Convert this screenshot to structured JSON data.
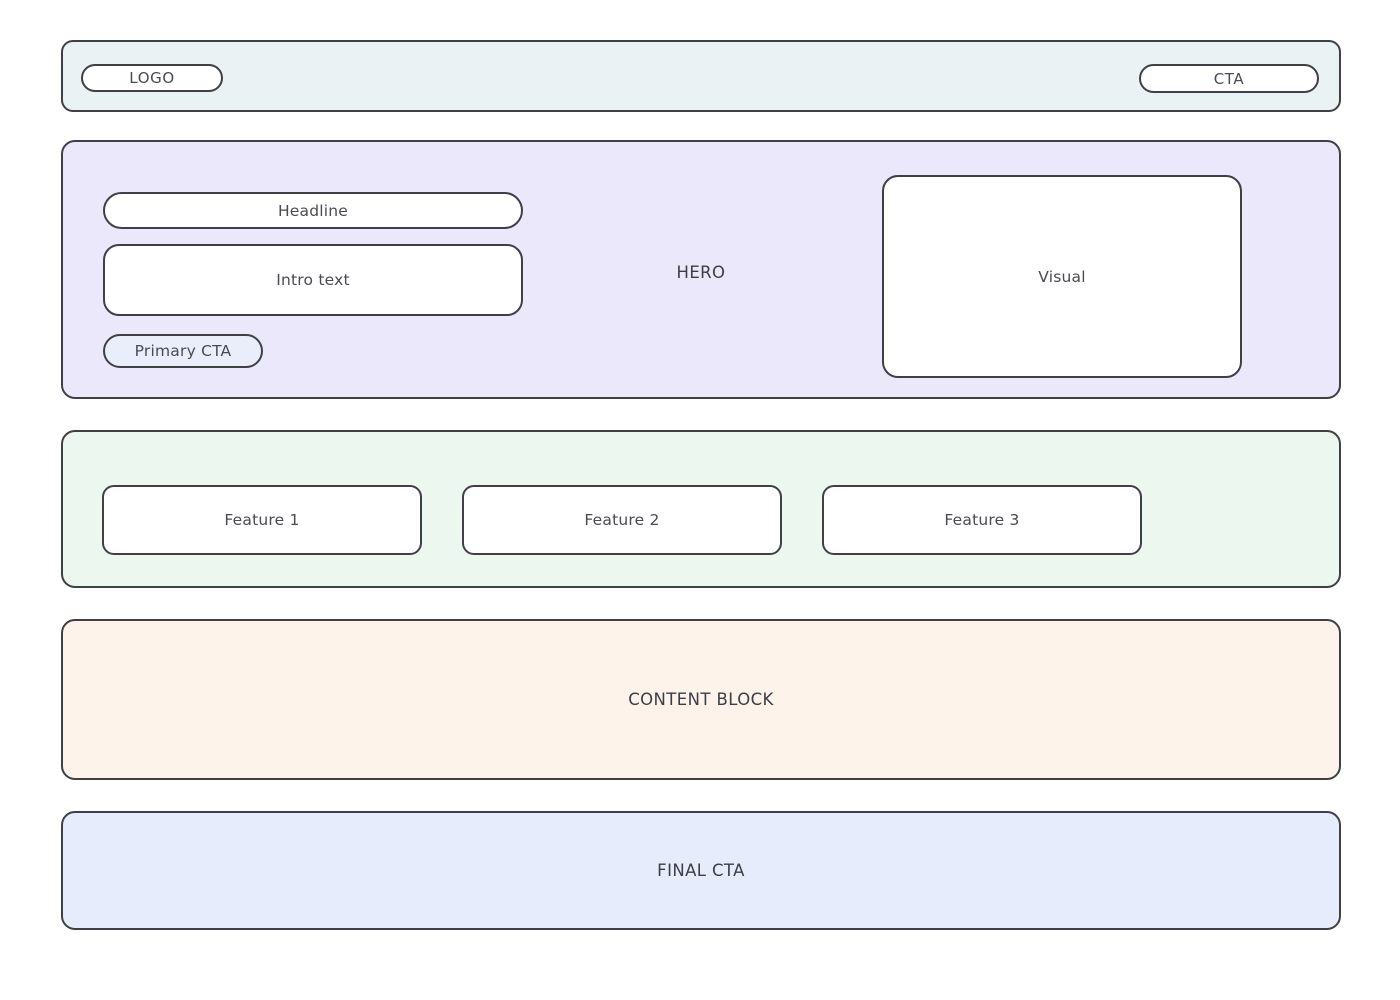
{
  "page": {
    "background": "#ffffff",
    "border_color": "#3f3f46",
    "text_color": "#3d3d46"
  },
  "header": {
    "section_name": "header",
    "background": "#eaf2f4",
    "logo_label": "LOGO",
    "cta_label": "CTA"
  },
  "hero": {
    "section_name": "hero",
    "background": "#ebe8fc",
    "label": "HERO",
    "headline_label": "Headline",
    "intro_label": "Intro text",
    "primary_cta_label": "Primary CTA",
    "primary_cta_background": "#eaeefb",
    "visual_label": "Visual"
  },
  "features": {
    "section_name": "features",
    "background": "#ecf7ef",
    "items": [
      {
        "label": "Feature 1"
      },
      {
        "label": "Feature 2"
      },
      {
        "label": "Feature 3"
      }
    ]
  },
  "content_block": {
    "section_name": "content-block",
    "background": "#fdf3ea",
    "label": "CONTENT BLOCK"
  },
  "final_cta": {
    "section_name": "final-cta",
    "background": "#e6ecfb",
    "label": "FINAL CTA"
  }
}
